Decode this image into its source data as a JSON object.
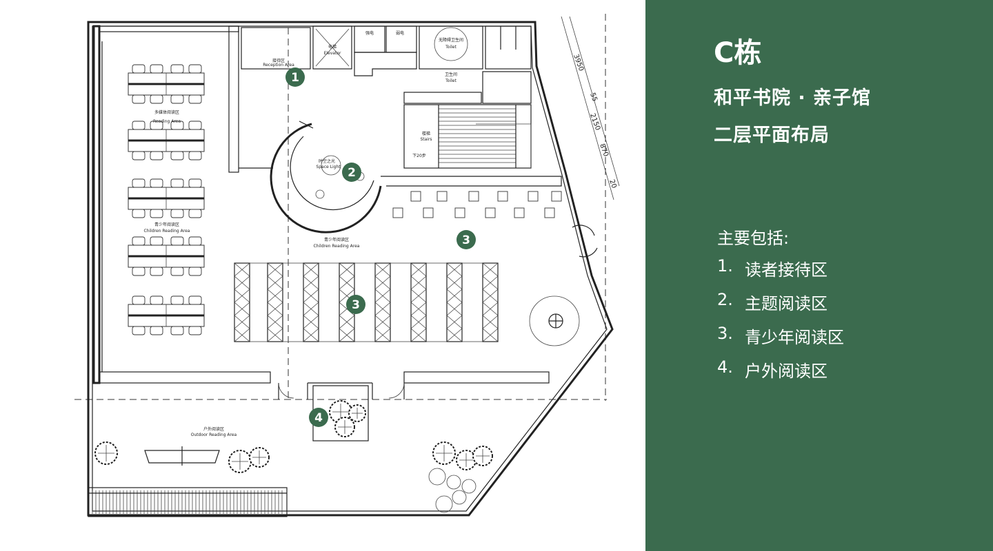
{
  "panel": {
    "building": "C栋",
    "subtitle_1": "和平书院 · 亲子馆",
    "subtitle_2": "二层平面布局",
    "intro": "主要包括:",
    "items": [
      {
        "num": "1.",
        "label": "读者接待区"
      },
      {
        "num": "2.",
        "label": "主题阅读区"
      },
      {
        "num": "3.",
        "label": "青少年阅读区"
      },
      {
        "num": "4.",
        "label": "户外阅读区"
      }
    ],
    "background_color": "#3b6b4e"
  },
  "plan": {
    "markers": [
      "1",
      "2",
      "3",
      "3",
      "4"
    ],
    "labels": {
      "reception_cn": "接待区",
      "reception_en": "Reception Area",
      "elevator_cn": "电梯",
      "elevator_en": "Elevator",
      "toilet_access_cn": "无障碍卫生间",
      "toilet_en": "Toilet",
      "toilet_cn": "卫生间",
      "multimedia_cn": "多媒体阅读区",
      "reading_en": "Reading Area",
      "youth_cn": "青少年阅读区",
      "children_en": "Children Reading Area",
      "space_cn": "时空之光",
      "space_en": "Space Light",
      "stairs_cn": "楼梯",
      "stairs_en": "Stairs",
      "down_cn": "下20步",
      "outdoor_cn": "户外阅读区",
      "outdoor_en": "Outdoor Reading Area",
      "electric_cn": "强电",
      "weak_cn": "弱电",
      "dim_1": "3950",
      "dim_2": "2150",
      "dim_3": "55",
      "dim_4": "870",
      "dim_5": "20"
    }
  }
}
